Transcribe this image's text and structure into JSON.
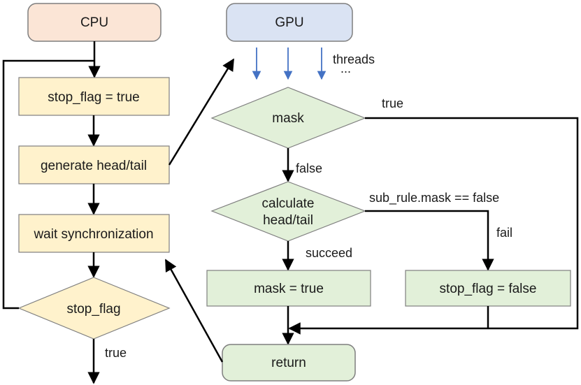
{
  "colors": {
    "cpu_fill": "#fbe5d6",
    "gpu_fill": "#dae3f3",
    "cpu_step_fill": "#fff2cc",
    "gpu_step_fill": "#e2f0d9",
    "stroke": "#000000",
    "blue_arrow": "#4472c4"
  },
  "nodes": {
    "cpu": "CPU",
    "gpu": "GPU",
    "set_stop_flag": "stop_flag = true",
    "generate": "generate head/tail",
    "wait_sync": "wait synchronization",
    "stop_flag_check": "stop_flag",
    "mask_check": "mask",
    "calculate_line1": "calculate",
    "calculate_line2": "head/tail",
    "mask_true": "mask = true",
    "stop_flag_false": "stop_flag = false",
    "return": "return"
  },
  "labels": {
    "threads": "threads",
    "ellipsis": "...",
    "mask_true_branch": "true",
    "mask_false_branch": "false",
    "sub_rule": "sub_rule.mask == false",
    "fail": "fail",
    "succeed": "succeed",
    "stop_flag_true": "true"
  }
}
